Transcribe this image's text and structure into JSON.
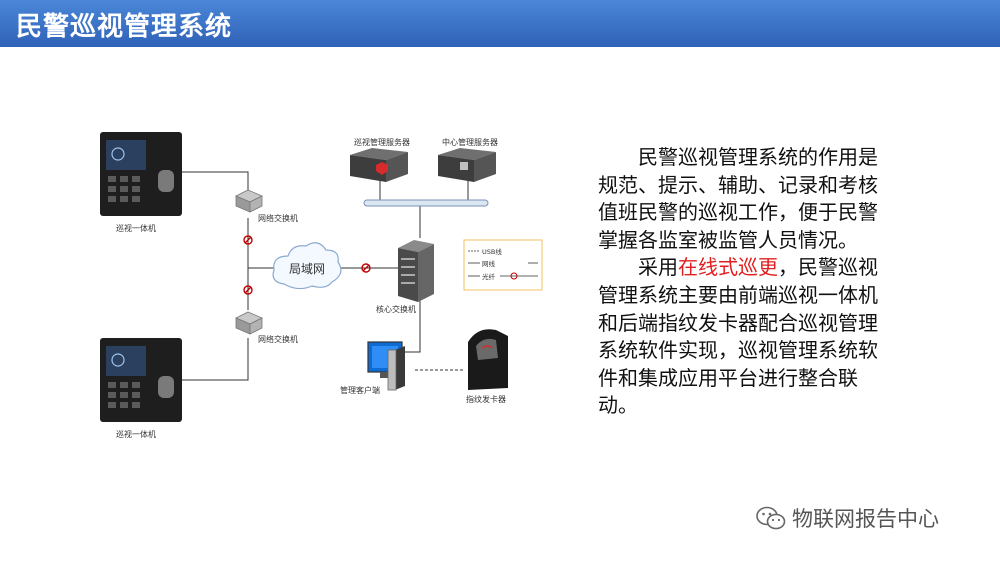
{
  "title": "民警巡视管理系统",
  "diagram": {
    "patrol_unit_top": "巡视一体机",
    "patrol_unit_bottom": "巡视一体机",
    "net_switch_top": "网络交换机",
    "net_switch_bottom": "网络交换机",
    "lan": "局域网",
    "patrol_server": "巡视管理服务器",
    "center_server": "中心管理服务器",
    "core_switch": "核心交换机",
    "client": "管理客户端",
    "fingerprint": "指纹发卡器",
    "legend": {
      "usb": "USB线",
      "net": "网线",
      "fiber": "光纤"
    }
  },
  "description": {
    "para1": "民警巡视管理系统的作用是规范、提示、辅助、记录和考核值班民警的巡视工作，便于民警掌握各监室被监管人员情况。",
    "para2_before": "采用",
    "para2_highlight": "在线式巡更",
    "para2_after": "，民警巡视管理系统主要由前端巡视一体机和后端指纹发卡器配合巡视管理系统软件实现，巡视管理系统软件和集成应用平台进行整合联动。"
  },
  "watermark": "物联网报告中心",
  "colors": {
    "title_bar": "#3a6fc4",
    "highlight": "#e02020",
    "fiber": "#c00000"
  }
}
